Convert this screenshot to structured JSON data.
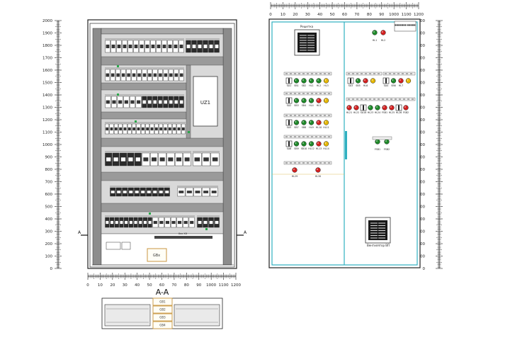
{
  "vertical_ruler": {
    "labels": [
      "2000",
      "1900",
      "1800",
      "1700",
      "1600",
      "1500",
      "1400",
      "1300",
      "1200",
      "1100",
      "1000",
      "900",
      "800",
      "700",
      "600",
      "500",
      "400",
      "300",
      "200",
      "100",
      "0"
    ]
  },
  "horizontal_ruler": {
    "labels": [
      "0",
      "10",
      "20",
      "30",
      "40",
      "50",
      "60",
      "70",
      "80",
      "90",
      "1000",
      "1100",
      "1200"
    ]
  },
  "left_panel": {
    "module_uz1": "UZ1",
    "gbx_label": "GBx",
    "section_marker": "A",
    "section_title": "A-A",
    "terminal_label": "Xxx XX"
  },
  "section_view": {
    "boxes": [
      "GB1",
      "GB2",
      "GB3",
      "GB4"
    ]
  },
  "right_panel": {
    "vent_top_label": "Решетка",
    "vent_bottom_label": "Вентилятор ВП",
    "title_block": "■■■■■■■ ■■■■■\n■■■ ■■■■■",
    "lamp_row_top": [
      "HL1",
      "HL2"
    ],
    "row1_left": [
      "SA1",
      "SB1",
      "SB2",
      "HL1",
      "HL2",
      "HL3"
    ],
    "row1_right_a": [
      "SA3",
      "SB5",
      "HL6"
    ],
    "row1_right_b": [
      "SA4",
      "SB6",
      "HL7"
    ],
    "row2_left": [
      "SA2",
      "SB3",
      "SB4",
      "HL4",
      "HL5"
    ],
    "row2_right": [
      "HL21",
      "HL22",
      "SA18",
      "HL23",
      "HL24",
      "FSB1",
      "HL25",
      "HL26",
      "FSB2"
    ],
    "row3_left": [
      "SA5",
      "SB7",
      "SB8",
      "HL9",
      "HL10",
      "HL11"
    ],
    "row4_left": [
      "SA6",
      "SB9",
      "SB10",
      "HL12",
      "HL13",
      "HL14"
    ],
    "row4_right": [
      "FSB1",
      "FSB2"
    ],
    "row5_lamps": [
      "HL29",
      "HL30"
    ]
  },
  "colors": {
    "panel_outline": "#30b0c0",
    "lamp_red": "#d32020",
    "lamp_green": "#1f8a2a",
    "lamp_yellow": "#e6b800",
    "gbx_box": "#c89640"
  }
}
